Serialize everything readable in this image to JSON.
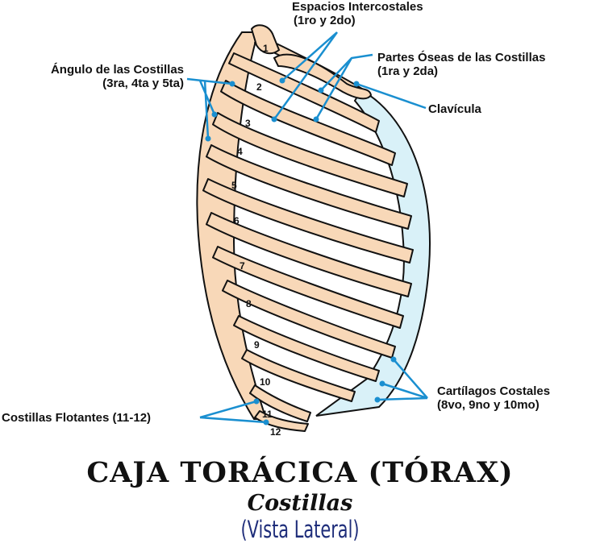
{
  "labels": {
    "espacios": {
      "line1": "Espacios Intercostales",
      "line2": "(1ro y 2do)"
    },
    "angulo": {
      "line1": "Ángulo de las Costillas",
      "line2": "(3ra, 4ta y 5ta)"
    },
    "partes": {
      "line1": "Partes Óseas de las Costillas",
      "line2": "(1ra y 2da)"
    },
    "clavicula": "Clavícula",
    "cartilagos": {
      "line1": "Cartílagos Costales",
      "line2": "(8vo, 9no y 10mo)"
    },
    "flotantes": "Costillas Flotantes (11-12)"
  },
  "rib_numbers": [
    "1",
    "2",
    "3",
    "4",
    "5",
    "6",
    "7",
    "8",
    "9",
    "10",
    "11",
    "12"
  ],
  "title": "CAJA TORÁCICA (TÓRAX)",
  "subtitle": "Costillas",
  "view": "(Vista Lateral)",
  "colors": {
    "bone": "#f8d8b8",
    "cartilage": "#d9f1f8",
    "outline": "#111111",
    "pointer": "#1a8fd0",
    "view_text": "#1e2d7a"
  }
}
